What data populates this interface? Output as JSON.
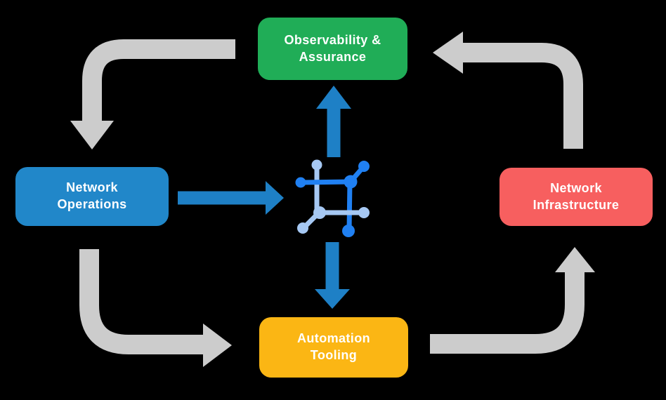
{
  "diagram": {
    "nodes": {
      "observability": {
        "label": "Observability &\nAssurance"
      },
      "operations": {
        "label": "Network\nOperations"
      },
      "infrastructure": {
        "label": "Network\nInfrastructure"
      },
      "automation": {
        "label": "Automation\nTooling"
      }
    },
    "center_icon": "network-mesh-icon",
    "colors": {
      "background": "#000000",
      "node-green": "#20ad57",
      "node-blue": "#2187c9",
      "node-red": "#f75f5f",
      "node-yellow": "#fbb614",
      "arrow-gray": "#cccccc",
      "arrow-blue": "#1e80c6",
      "icon-dark-blue": "#2080f2",
      "icon-light-blue": "#a6c8f3",
      "label-text": "#ffffff"
    }
  }
}
